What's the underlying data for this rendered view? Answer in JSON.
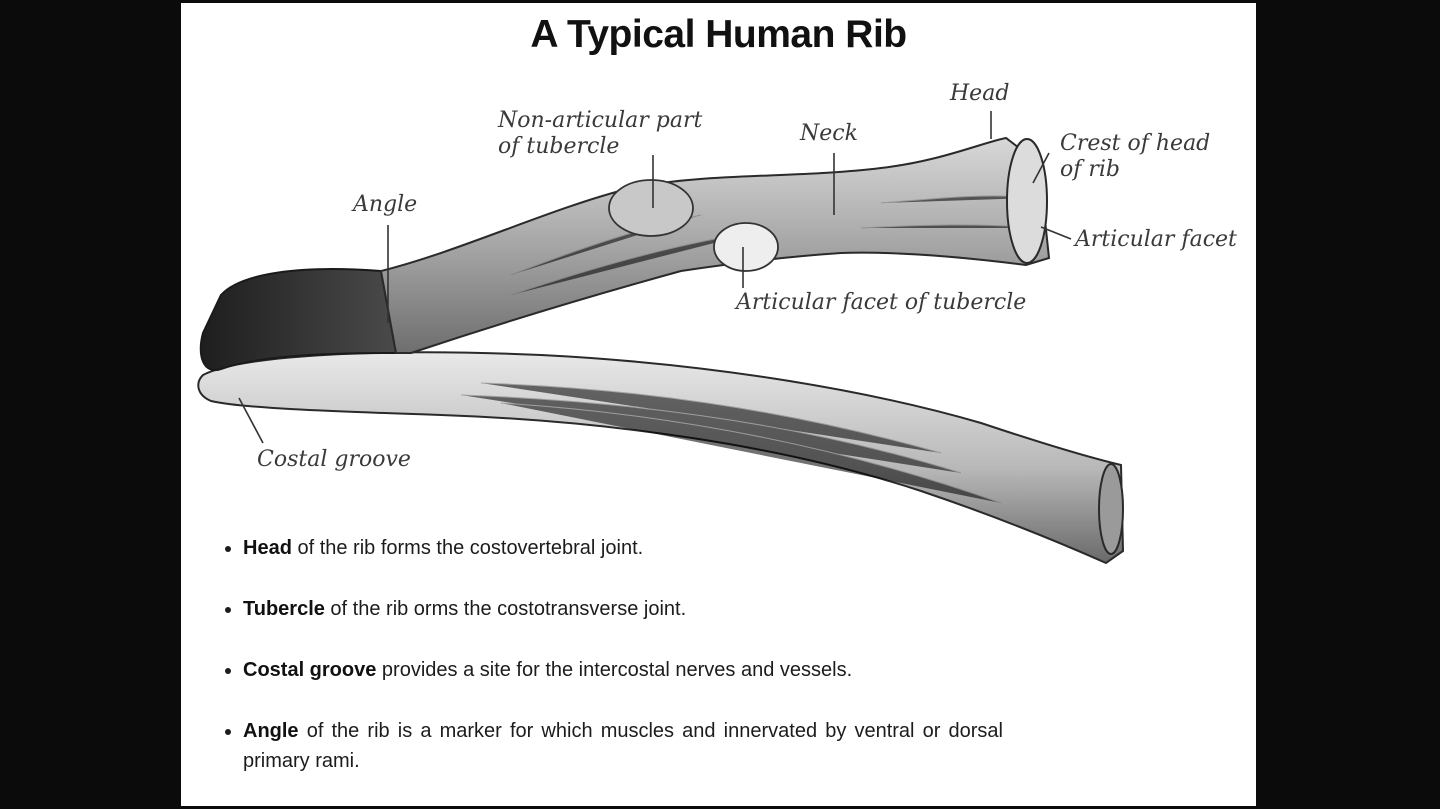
{
  "title": "A Typical Human Rib",
  "labels": {
    "head": "Head",
    "crest_line1": "Crest of head",
    "crest_line2": "of rib",
    "articular_facet": "Articular facet",
    "neck": "Neck",
    "nonarticular_line1": "Non-articular part",
    "nonarticular_line2": "of tubercle",
    "articular_facet_tubercle": "Articular facet of tubercle",
    "angle": "Angle",
    "costal_groove": "Costal groove"
  },
  "bullets": [
    {
      "term": "Head",
      "text": " of the rib forms the costovertebral joint."
    },
    {
      "term": "Tubercle",
      "text": " of the rib orms the costotransverse joint."
    },
    {
      "term": "Costal groove",
      "text": " provides a site for the intercostal nerves and vessels."
    },
    {
      "term": "Angle",
      "text": " of the rib is a marker for which muscles and innervated by ventral or dorsal primary rami."
    }
  ]
}
